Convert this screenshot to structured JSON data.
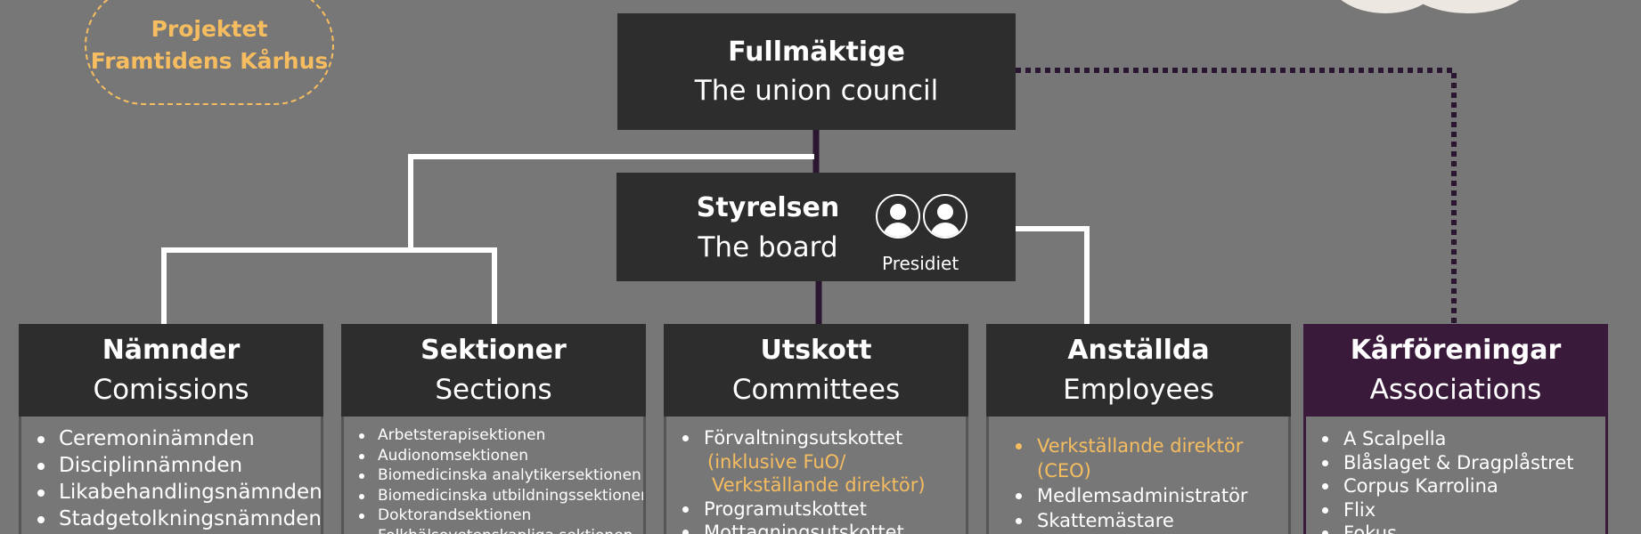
{
  "project": {
    "line1": "Projektet",
    "line2": "Framtidens Kårhus"
  },
  "council": {
    "title": "Fullmäktige",
    "subtitle": "The union council"
  },
  "board": {
    "title": "Styrelsen",
    "subtitle": "The board",
    "presidium_label": "Presidiet",
    "icon": "person-icon"
  },
  "columns": {
    "commissions": {
      "title": "Nämnder",
      "subtitle": "Comissions",
      "items": [
        "Ceremoninämnden",
        "Disciplinnämnden",
        "Likabehandlingsnämnden",
        "Stadgetolkningsnämnden"
      ]
    },
    "sections": {
      "title": "Sektioner",
      "subtitle": "Sections",
      "items": [
        "Arbetsterapisektionen",
        "Audionomsektionen",
        "Biomedicinska analytikersektionen",
        "Biomedicinska utbildningssektionen",
        "Doktorandsektionen",
        "Folkhälsovetenskapliga sektionen"
      ]
    },
    "committees": {
      "title": "Utskott",
      "subtitle": "Committees",
      "items": [
        {
          "text": "Förvaltningsutskottet",
          "note_line1": "(inklusive FuO/",
          "note_line2": "Verkställande direktör)"
        },
        {
          "text": "Programutskottet"
        },
        {
          "text": "Mottagningsutskottet"
        }
      ]
    },
    "employees": {
      "title": "Anställda",
      "subtitle": "Employees",
      "items": [
        {
          "text_line1": "Verkställande direktör",
          "text_line2": "(CEO)",
          "highlight": true
        },
        {
          "text": "Medlemsadministratör"
        },
        {
          "text": "Skattemästare"
        }
      ]
    },
    "associations": {
      "title": "Kårföreningar",
      "subtitle": "Associations",
      "items": [
        "A Scalpella",
        "Blåslaget & Dragplåstret",
        "Corpus Karrolina",
        "Flix",
        "Fokus"
      ]
    }
  },
  "colors": {
    "background": "#777777",
    "box": "#2d2d2d",
    "association_box": "#3a1a3a",
    "highlight": "#f6bd60",
    "connector_white": "#ffffff",
    "connector_purple": "#2a1630"
  }
}
